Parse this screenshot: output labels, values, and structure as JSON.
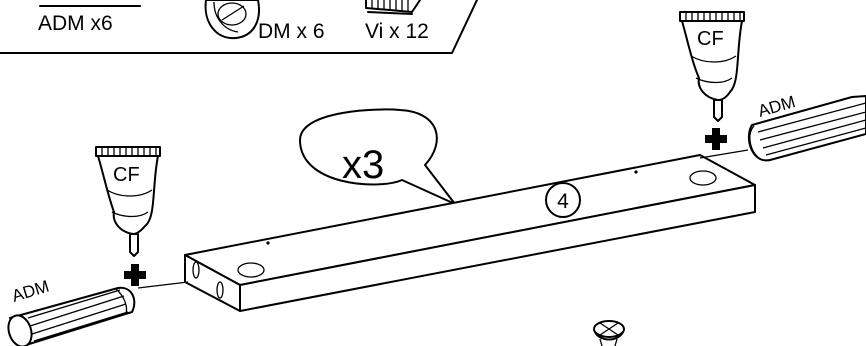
{
  "parts_box": {
    "items": [
      {
        "label": "ADM x6"
      },
      {
        "label": "DM x 6"
      },
      {
        "label": "Vi x 12"
      }
    ]
  },
  "step": {
    "multiplier": "x3",
    "part_number": "4"
  },
  "labels": {
    "glue": "CF",
    "dowel": "ADM"
  },
  "colors": {
    "line": "#000000",
    "background": "#ffffff"
  }
}
